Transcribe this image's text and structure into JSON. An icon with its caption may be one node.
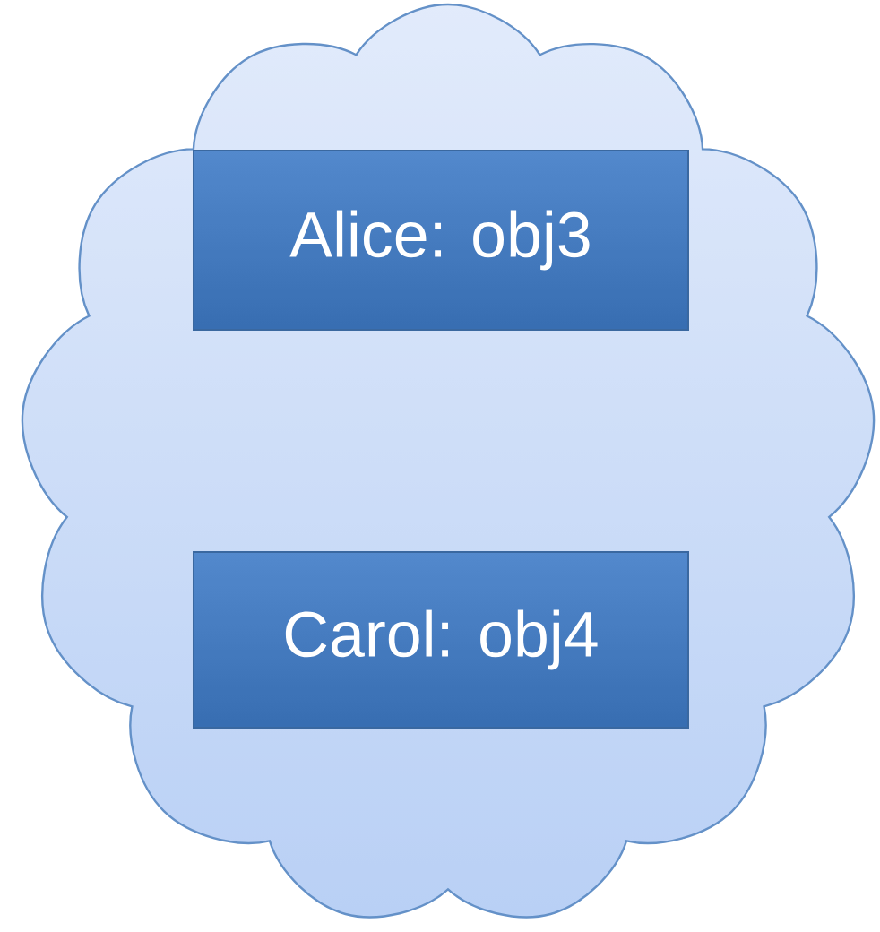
{
  "diagram": {
    "nodes": [
      {
        "text": [],
        "shape": "cloud"
      },
      {
        "text": [
          "Alice: obj3"
        ],
        "in": 0
      },
      {
        "text": [
          "Carol: obj4"
        ],
        "in": 0
      }
    ]
  }
}
